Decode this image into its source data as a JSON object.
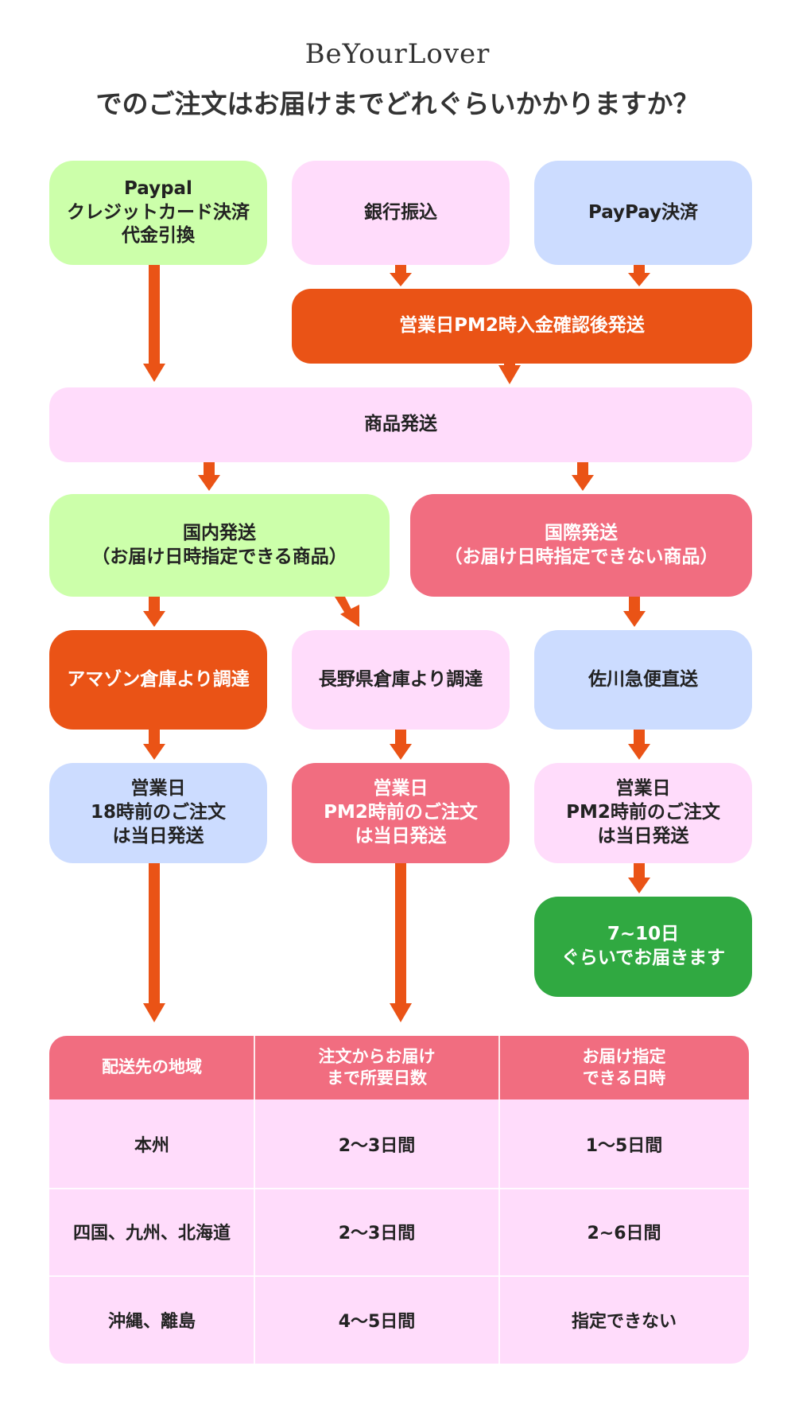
{
  "header": {
    "brand": "BeYourLover",
    "question": "でのご注文はお届けまでどれぐらいかかりますか？"
  },
  "flow": {
    "paypal": [
      "Paypal",
      "クレジットカード決済",
      "代金引換"
    ],
    "bank": "銀行振込",
    "paypay": "PayPay決済",
    "payment_confirm": "営業日PM2時入金確認後発送",
    "ship": "商品発送",
    "domestic": [
      "国内発送",
      "（お届け日時指定できる商品）"
    ],
    "international": [
      "国際発送",
      "（お届け日時指定できない商品）"
    ],
    "amazon": "アマゾン倉庫より調達",
    "nagano": "長野県倉庫より調達",
    "sagawa": "佐川急便直送",
    "cutoff_amazon": [
      "営業日",
      "18時前のご注文",
      "は当日発送"
    ],
    "cutoff_nagano": [
      "営業日",
      "PM2時前のご注文",
      "は当日発送"
    ],
    "cutoff_sagawa": [
      "営業日",
      "PM2時前のご注文",
      "は当日発送"
    ],
    "intl_delivery": [
      "7~10日",
      "ぐらいでお届きます"
    ]
  },
  "table": {
    "headers": [
      [
        "配送先の地域"
      ],
      [
        "注文からお届け",
        "まで所要日数"
      ],
      [
        "お届け指定",
        "できる日時"
      ]
    ],
    "rows": [
      [
        "本州",
        "2〜3日間",
        "1〜5日間"
      ],
      [
        "四国、九州、北海道",
        "2〜3日間",
        "2~6日間"
      ],
      [
        "沖縄、離島",
        "4〜5日間",
        "指定できない"
      ]
    ]
  },
  "colors": {
    "green": "#ccffaa",
    "pink": "#ffdcfb",
    "blue": "#ccdcff",
    "orange": "#ea5316",
    "red": "#f16d80",
    "dark_green": "#30a941"
  }
}
